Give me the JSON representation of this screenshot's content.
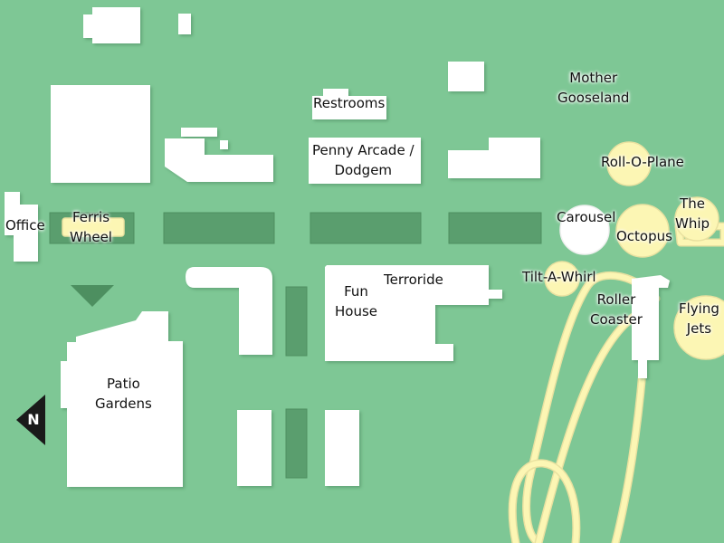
{
  "colors": {
    "grass": "#7ec795",
    "building": "#ffffff",
    "parking": "#5a9e6e",
    "ride": "#fcf6b4",
    "ride_outline": "#e9e1a0",
    "compass": "#1a1a1a"
  },
  "icons": {
    "north_arrow": "triangle-left-icon",
    "direction_marker": "triangle-down-icon"
  },
  "labels": {
    "office": "Office",
    "ferris_wheel": "Ferris\nWheel",
    "restrooms": "Restrooms",
    "penny_arcade": "Penny Arcade /\nDodgem",
    "mother_gooseland": "Mother\nGooseland",
    "roll_o_plane": "Roll-O-Plane",
    "carousel": "Carousel",
    "the_whip": "The\nWhip",
    "octopus": "Octopus",
    "tilt_a_whirl": "Tilt-A-Whirl",
    "terroride": "Terroride",
    "fun_house": "Fun\nHouse",
    "roller_coaster": "Roller\nCoaster",
    "flying_jets": "Flying\nJets",
    "patio_gardens": "Patio\nGardens",
    "north": "N"
  }
}
